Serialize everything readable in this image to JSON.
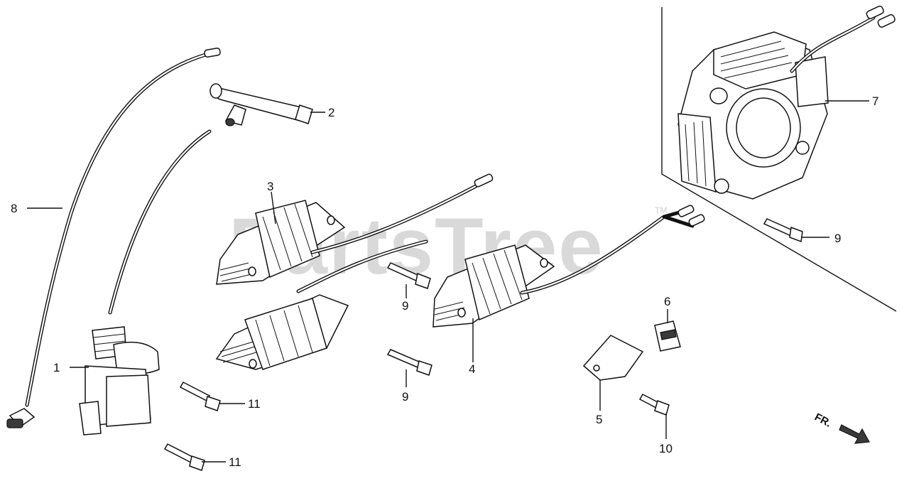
{
  "watermark": {
    "text": "PartsTree",
    "trademark": "TM"
  },
  "direction": {
    "label": "FR."
  },
  "callouts": [
    {
      "id": "c1",
      "number": "1"
    },
    {
      "id": "c2",
      "number": "2"
    },
    {
      "id": "c3",
      "number": "3"
    },
    {
      "id": "c4",
      "number": "4"
    },
    {
      "id": "c5",
      "number": "5"
    },
    {
      "id": "c6",
      "number": "6"
    },
    {
      "id": "c7",
      "number": "7"
    },
    {
      "id": "c8",
      "number": "8"
    },
    {
      "id": "c9a",
      "number": "9"
    },
    {
      "id": "c9b",
      "number": "9"
    },
    {
      "id": "c9c",
      "number": "9"
    },
    {
      "id": "c10",
      "number": "10"
    },
    {
      "id": "c11a",
      "number": "11"
    },
    {
      "id": "c11b",
      "number": "11"
    }
  ]
}
